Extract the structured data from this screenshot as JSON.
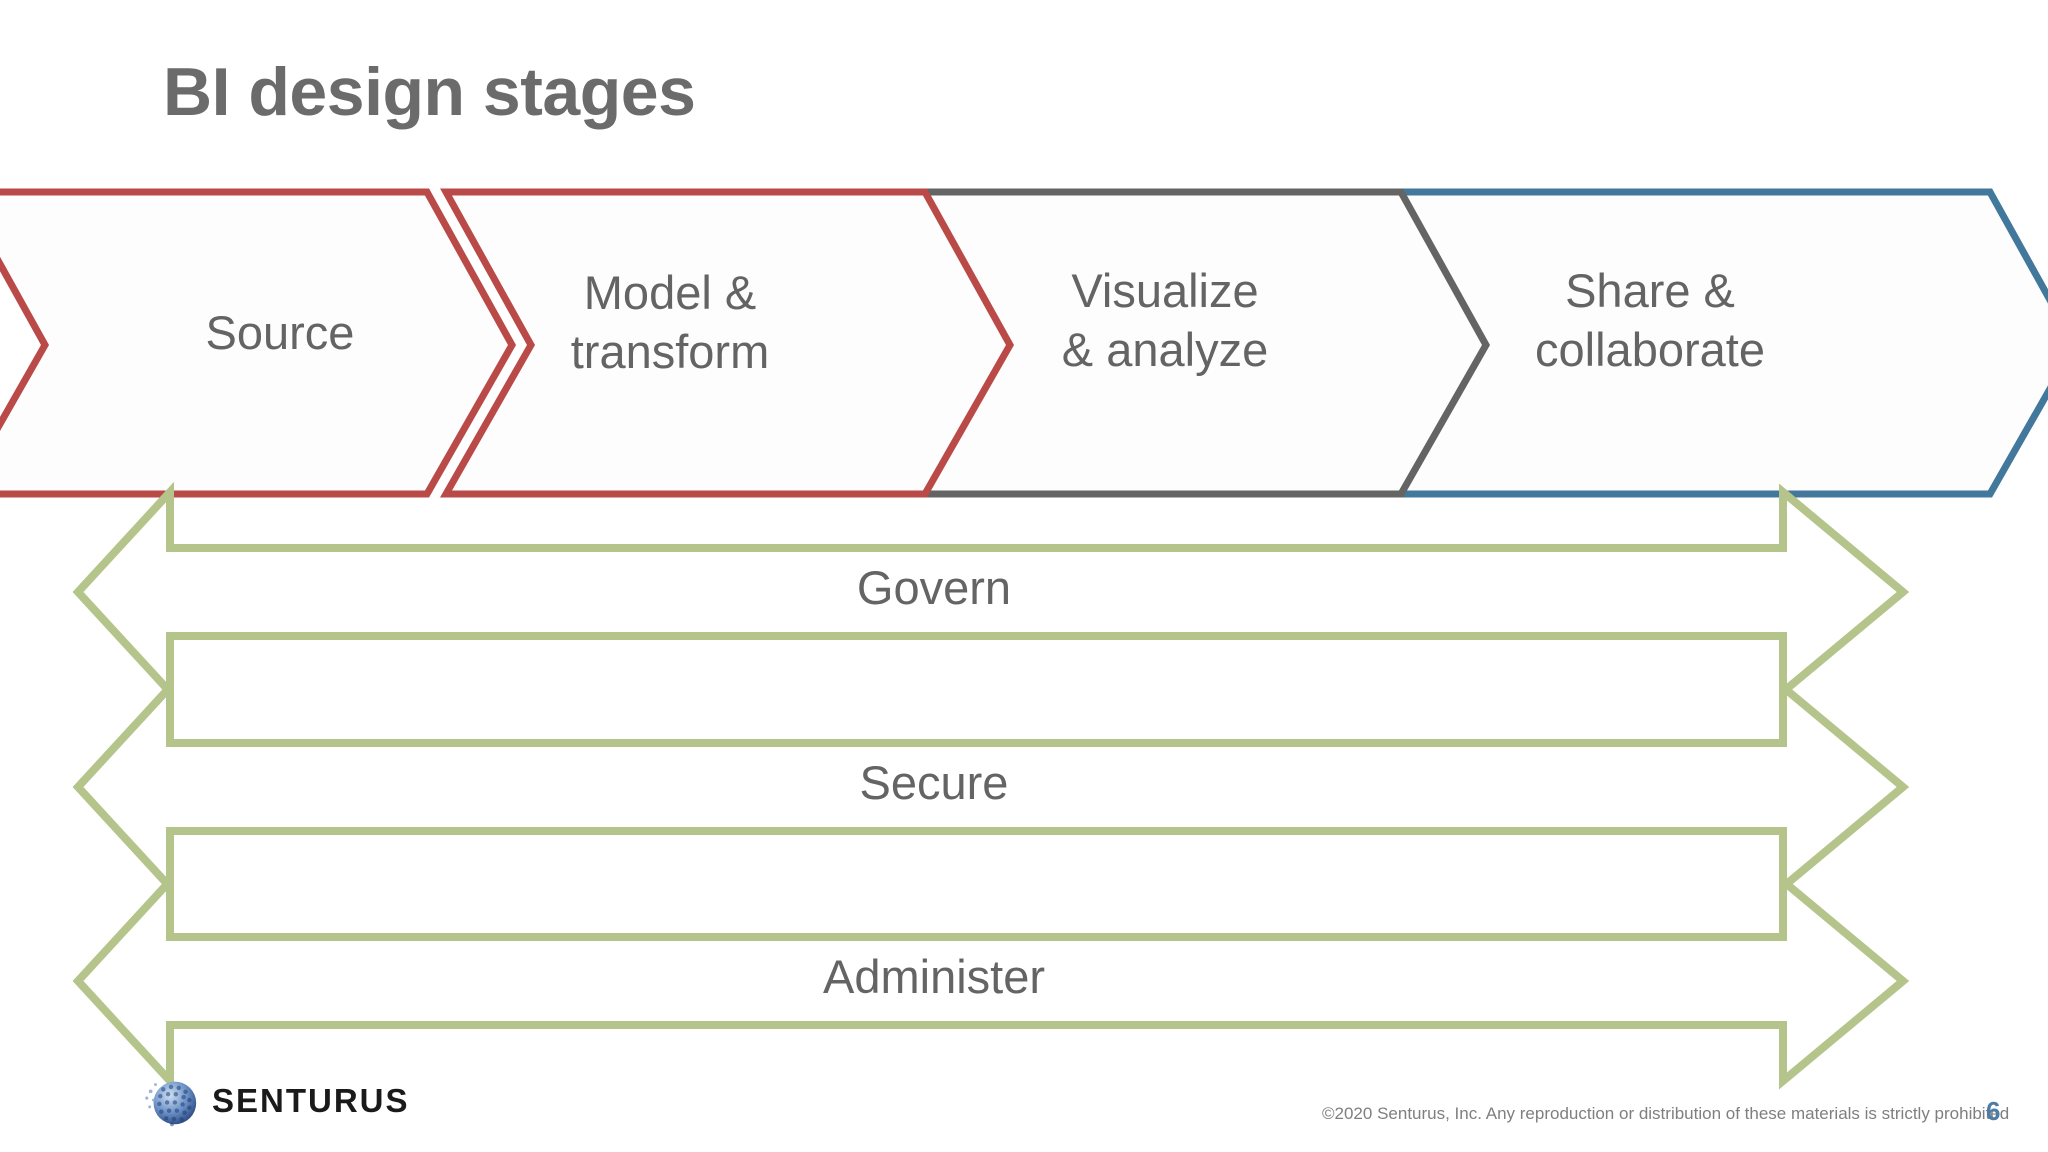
{
  "slide": {
    "title": "BI design stages",
    "background_color": "#ffffff",
    "title_color": "#6b6b6b"
  },
  "stages": [
    {
      "label": "Source",
      "color": "#b94a48",
      "name": "source"
    },
    {
      "label": "Model &\ntransform",
      "color": "#b94a48",
      "name": "model-transform"
    },
    {
      "label": "Visualize\n& analyze",
      "color": "#646464",
      "name": "visualize-analyze"
    },
    {
      "label": "Share &\ncollaborate",
      "color": "#41789c",
      "name": "share-collaborate"
    }
  ],
  "bands": [
    {
      "label": "Govern",
      "color": "#b5c48a",
      "name": "govern"
    },
    {
      "label": "Secure",
      "color": "#b5c48a",
      "name": "secure"
    },
    {
      "label": "Administer",
      "color": "#b5c48a",
      "name": "administer"
    }
  ],
  "logo": {
    "text": "SENTURUS",
    "mark": "globe-sphere-icon",
    "mark_color": "#3c5f9e"
  },
  "footer": {
    "copyright": "©2020 Senturus, Inc. Any reproduction or distribution of these materials is strictly prohibited",
    "page_number": "6",
    "page_number_color": "#4f7ba7",
    "copyright_color": "#7f7f7f"
  }
}
